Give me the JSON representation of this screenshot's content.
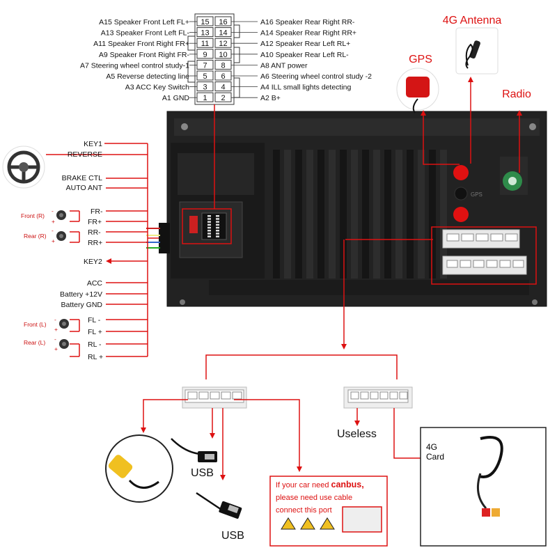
{
  "pinout": {
    "pins": [
      {
        "left": "A15  Speaker Front Left FL+",
        "l": "15",
        "r": "16",
        "right": "A16 Speaker Rear Right RR-"
      },
      {
        "left": "A13  Speaker Front Left FL-",
        "l": "13",
        "r": "14",
        "right": "A14 Speaker Rear Right RR+"
      },
      {
        "left": "A11  Speaker Front Right FR+",
        "l": "11",
        "r": "12",
        "right": "A12 Speaker Rear Left RL+"
      },
      {
        "left": "A9   Speaker Front Right FR-",
        "l": "9",
        "r": "10",
        "right": "A10 Speaker Rear Left RL-"
      },
      {
        "left": "A7   Steering wheel control study-1",
        "l": "7",
        "r": "8",
        "right": "A8  ANT power"
      },
      {
        "left": "A5   Reverse detecting line",
        "l": "5",
        "r": "6",
        "right": "A6  Steering wheel control study -2"
      },
      {
        "left": "A3  ACC Key Switch",
        "l": "3",
        "r": "4",
        "right": "A4  ILL small lights detecting"
      },
      {
        "left": "A1 GND",
        "l": "1",
        "r": "2",
        "right": "A2  B+"
      }
    ]
  },
  "antennas": {
    "fourg": "4G Antenna",
    "gps": "GPS",
    "radio": "Radio"
  },
  "wires": {
    "key1": "KEY1",
    "reverse": "REVERSE",
    "brake": "BRAKE CTL",
    "auto_ant": "AUTO ANT",
    "front_r": "Front (R)",
    "rear_r": "Rear (R)",
    "fr_minus": "FR-",
    "fr_plus": "FR+",
    "rr_minus": "RR-",
    "rr_plus": "RR+",
    "key2": "KEY2",
    "acc": "ACC",
    "battery_12v": "Battery +12V",
    "battery_gnd": "Battery GND",
    "front_l": "Front (L)",
    "rear_l": "Rear (L)",
    "fl_minus": "FL -",
    "fl_plus": "FL +",
    "rl_minus": "RL -",
    "rl_plus": "RL +",
    "minus": "-",
    "plus": "+"
  },
  "bottom": {
    "usb1": "USB",
    "usb2": "USB",
    "useless": "Useless",
    "card": "4G\nCard",
    "canbus_line1_a": "If your car need ",
    "canbus_line1_b": "canbus,",
    "canbus_line2": "please need use cable",
    "canbus_line3": "connect this port"
  },
  "colors": {
    "accent": "#dd1111",
    "unit": "#1f1f1f",
    "radio_green": "#2e8b4a"
  }
}
